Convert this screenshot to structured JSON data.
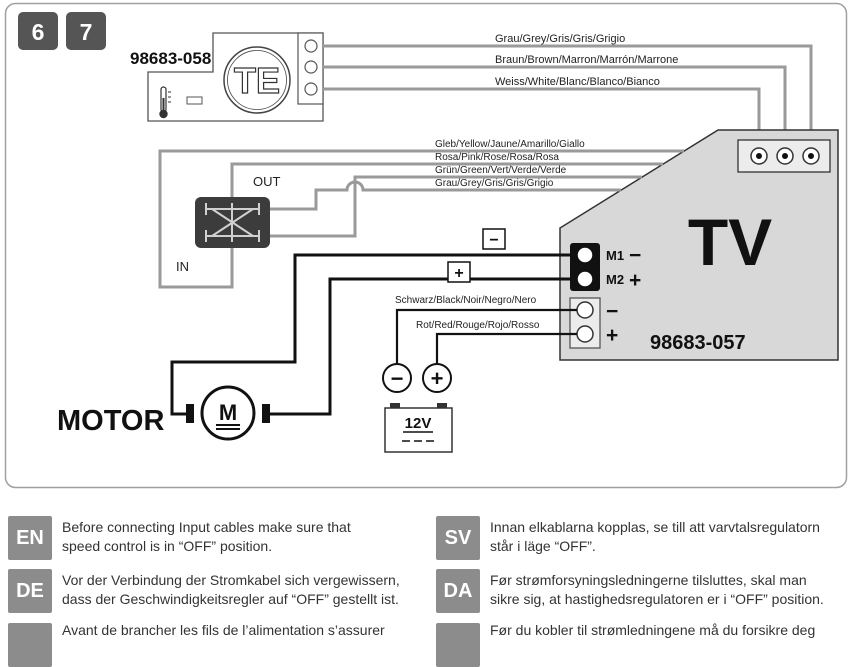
{
  "steps": [
    "6",
    "7"
  ],
  "sensor": {
    "code": "98683-058",
    "logo": "TE"
  },
  "sensor_wires": [
    "Grau/Grey/Gris/Gris/Grigio",
    "Braun/Brown/Marron/Marrón/Marrone",
    "Weiss/White/Blanc/Blanco/Bianco"
  ],
  "switch": {
    "out_label": "OUT",
    "in_label": "IN"
  },
  "switch_wires": [
    "Gleb/Yellow/Jaune/Amarillo/Giallo",
    "Rosa/Pink/Rose/Rosa/Rosa",
    "Grün/Green/Vert/Verde/Verde",
    "Grau/Grey/Gris/Gris/Grigio"
  ],
  "controller": {
    "name": "TV",
    "code": "98683-057",
    "m1_label": "M1",
    "m1_sign": "−",
    "m2_label": "M2",
    "m2_sign": "+",
    "power_minus": "−",
    "power_plus": "+"
  },
  "motor": {
    "label": "MOTOR",
    "symbol": "M",
    "wire_minus": "−",
    "wire_plus": "+"
  },
  "battery": {
    "voltage": "12V",
    "minus": "−",
    "plus": "+",
    "wire_minus": "Schwarz/Black/Noir/Negro/Nero",
    "wire_plus": "Rot/Red/Rouge/Rojo/Rosso"
  },
  "instructions": [
    {
      "lang": "EN",
      "lines": [
        "Before connecting Input cables make sure that",
        "speed control is in “OFF” position."
      ]
    },
    {
      "lang": "SV",
      "lines": [
        "Innan elkablarna kopplas, se till att varvtalsregulatorn",
        "står i läge “OFF”."
      ]
    },
    {
      "lang": "DE",
      "lines": [
        "Vor der Verbindung der Stromkabel sich vergewissern,",
        "dass der Geschwindigkeitsregler auf “OFF” gestellt ist."
      ]
    },
    {
      "lang": "DA",
      "lines": [
        "Før strømforsyningsledningerne tilsluttes, skal man",
        "sikre sig, at hastighedsregulatoren er i “OFF” position."
      ]
    },
    {
      "lines": [
        "Avant de brancher les fils de l’alimentation s’assurer"
      ]
    },
    {
      "lines": [
        "Før du kobler til strømledningene må du forsikre deg"
      ]
    }
  ],
  "icons": {
    "sensor": "thermometer-icon",
    "switch": "reversing-switch-icon",
    "motor": "motor-icon",
    "battery": "battery-icon"
  },
  "colors": {
    "step_badge": "#555555",
    "lang_badge": "#8c8c8c",
    "controller_fill": "#d8d8d8",
    "signal_wire": "#9a9a9a",
    "power_wire": "#111111",
    "switch_body": "#3c3c3c"
  }
}
